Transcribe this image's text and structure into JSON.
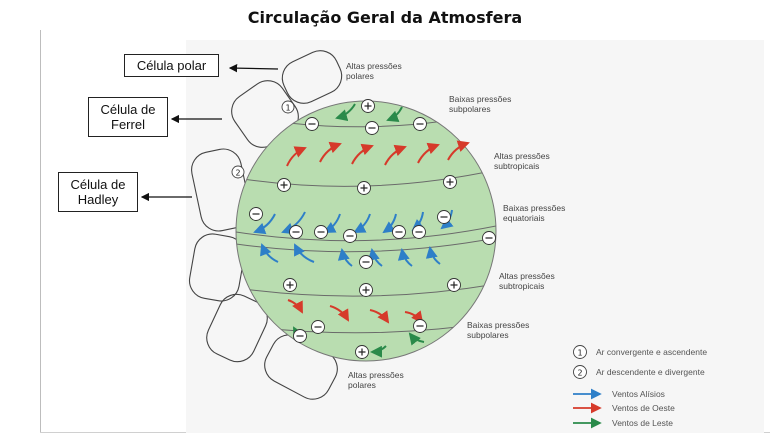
{
  "title": "Circulação Geral da Atmosfera",
  "cells": {
    "polar": "Célula polar",
    "ferrel": [
      "Célula de",
      "Ferrel"
    ],
    "hadley": [
      "Célula de",
      "Hadley"
    ]
  },
  "pressure_labels": {
    "north_polar_high": [
      "Altas pressões",
      "polares"
    ],
    "north_subpolar_low": [
      "Baixas pressões",
      "subpolares"
    ],
    "north_subtropical_high": [
      "Altas pressões",
      "subtropicais"
    ],
    "equatorial_low": [
      "Baixas pressões",
      "equatoriais"
    ],
    "south_subtropical_high": [
      "Altas pressões",
      "subtropicais"
    ],
    "south_subpolar_low": [
      "Baixas pressões",
      "subpolares"
    ],
    "south_polar_high": [
      "Altas pressões",
      "polares"
    ]
  },
  "markers": {
    "one": "1",
    "two": "2"
  },
  "legend": {
    "convergent": "Ar convergente e ascendente",
    "divergent": "Ar descendente e divergente",
    "trade_winds": "Ventos Alísios",
    "westerlies": "Ventos de Oeste",
    "easterlies": "Ventos de Leste"
  },
  "colors": {
    "globe": "#b9ddb0",
    "trade_winds": "#2e7fc8",
    "westerlies": "#d63a2a",
    "easterlies": "#2a8a4a"
  }
}
